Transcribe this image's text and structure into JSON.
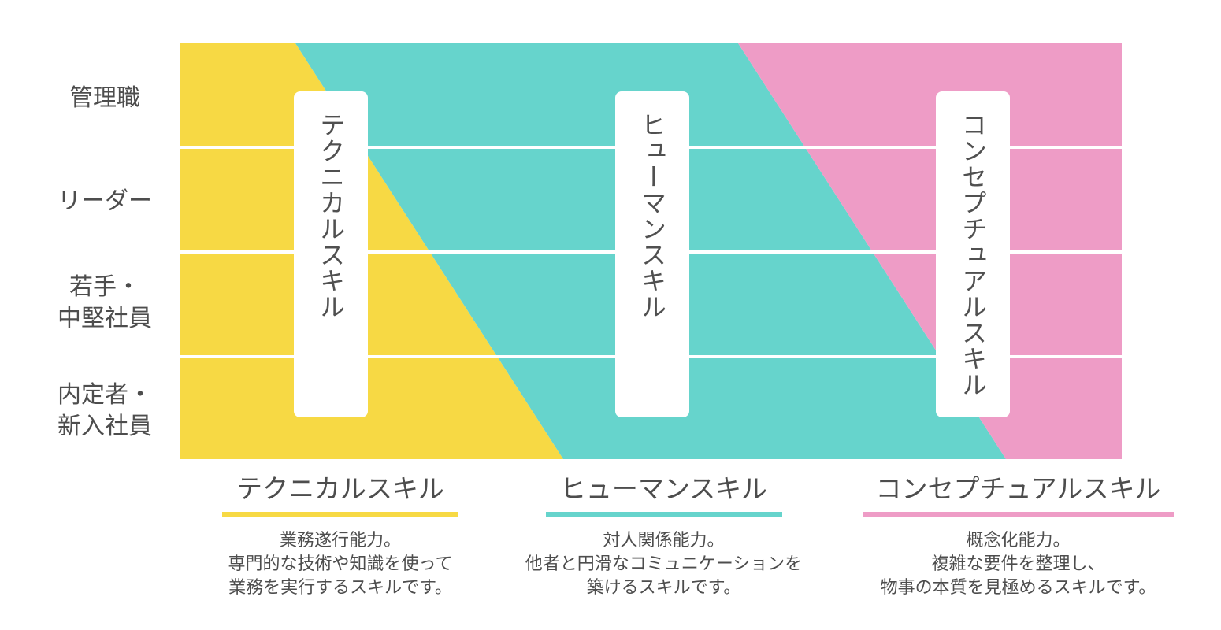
{
  "rows": [
    {
      "label": "管理職"
    },
    {
      "label": "リーダー"
    },
    {
      "label": "若手・\n中堅社員"
    },
    {
      "label": "内定者・\n新入社員"
    }
  ],
  "colors": {
    "technical": "#f7d944",
    "human": "#66d4cc",
    "conceptual": "#ee9cc6",
    "divider": "#ffffff"
  },
  "skills": [
    {
      "id": "technical",
      "name": "テクニカルスキル",
      "pill_label": "テクニカルスキル",
      "description": "業務遂行能力。\n専門的な技術や知識を使って\n業務を実行するスキルです。"
    },
    {
      "id": "human",
      "name": "ヒューマンスキル",
      "pill_label": "ヒューマンスキル",
      "description": "対人関係能力。\n他者と円滑なコミュニケーションを\n築けるスキルです。"
    },
    {
      "id": "conceptual",
      "name": "コンセプチュアルスキル",
      "pill_label": "コンセプチュアルスキル",
      "description": "概念化能力。\n複雑な要件を整理し、\n物事の本質を見極めるスキルです。"
    }
  ]
}
